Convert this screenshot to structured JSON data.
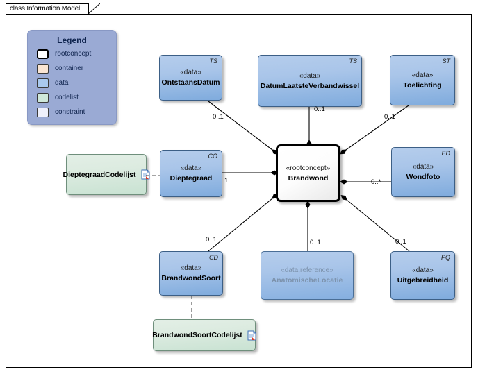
{
  "frame": {
    "tab_label": "class Information Model"
  },
  "legend": {
    "title": "Legend",
    "items": [
      {
        "label": "rootconcept",
        "color": "#ffffff",
        "kind": "root"
      },
      {
        "label": "container",
        "color": "#fae5d3",
        "kind": "plain"
      },
      {
        "label": "data",
        "color": "#a9c9ef",
        "kind": "plain"
      },
      {
        "label": "codelist",
        "color": "#cfe8da",
        "kind": "plain"
      },
      {
        "label": "constraint",
        "color": "#eef0fb",
        "kind": "plain"
      }
    ]
  },
  "nodes": {
    "ontstaansdatum": {
      "stereotype": "«data»",
      "name": "OntstaansDatum",
      "tag": "TS"
    },
    "datumlaatsteverbandwissel": {
      "stereotype": "«data»",
      "name": "DatumLaatsteVerbandwissel",
      "tag": "TS"
    },
    "toelichting": {
      "stereotype": "«data»",
      "name": "Toelichting",
      "tag": "ST"
    },
    "dieptegraad": {
      "stereotype": "«data»",
      "name": "Dieptegraad",
      "tag": "CO"
    },
    "brandwond": {
      "stereotype": "«rootconcept»",
      "name": "Brandwond",
      "tag": ""
    },
    "wondfoto": {
      "stereotype": "«data»",
      "name": "Wondfoto",
      "tag": "ED"
    },
    "brandwondsoort": {
      "stereotype": "«data»",
      "name": "BrandwondSoort",
      "tag": "CD"
    },
    "anatomischelocatie": {
      "stereotype": "«data,reference»",
      "name": "AnatomischeLocatie",
      "tag": ""
    },
    "uitgebreidheid": {
      "stereotype": "«data»",
      "name": "Uitgebreidheid",
      "tag": "PQ"
    },
    "dieptegraadcodelijst": {
      "name": "DieptegraadCodelijst"
    },
    "brandwondsoortcodelijst": {
      "name": "BrandwondSoortCodelijst"
    }
  },
  "multiplicities": {
    "ontstaansdatum": "0..1",
    "datumlaatsteverbandwissel": "0..1",
    "toelichting": "0..1",
    "dieptegraad": "1",
    "wondfoto": "0..*",
    "brandwondsoort": "0..1",
    "anatomischelocatie": "0..1",
    "uitgebreidheid": "0..1"
  },
  "colors": {
    "data_fill": "#a9c5e9",
    "codelist_fill": "#dcebe0",
    "root_fill": "#ffffff",
    "legend_bg": "#9aaad4",
    "legend_text": "#10254f",
    "line": "#000000",
    "reference_text": "#7d93ad"
  }
}
